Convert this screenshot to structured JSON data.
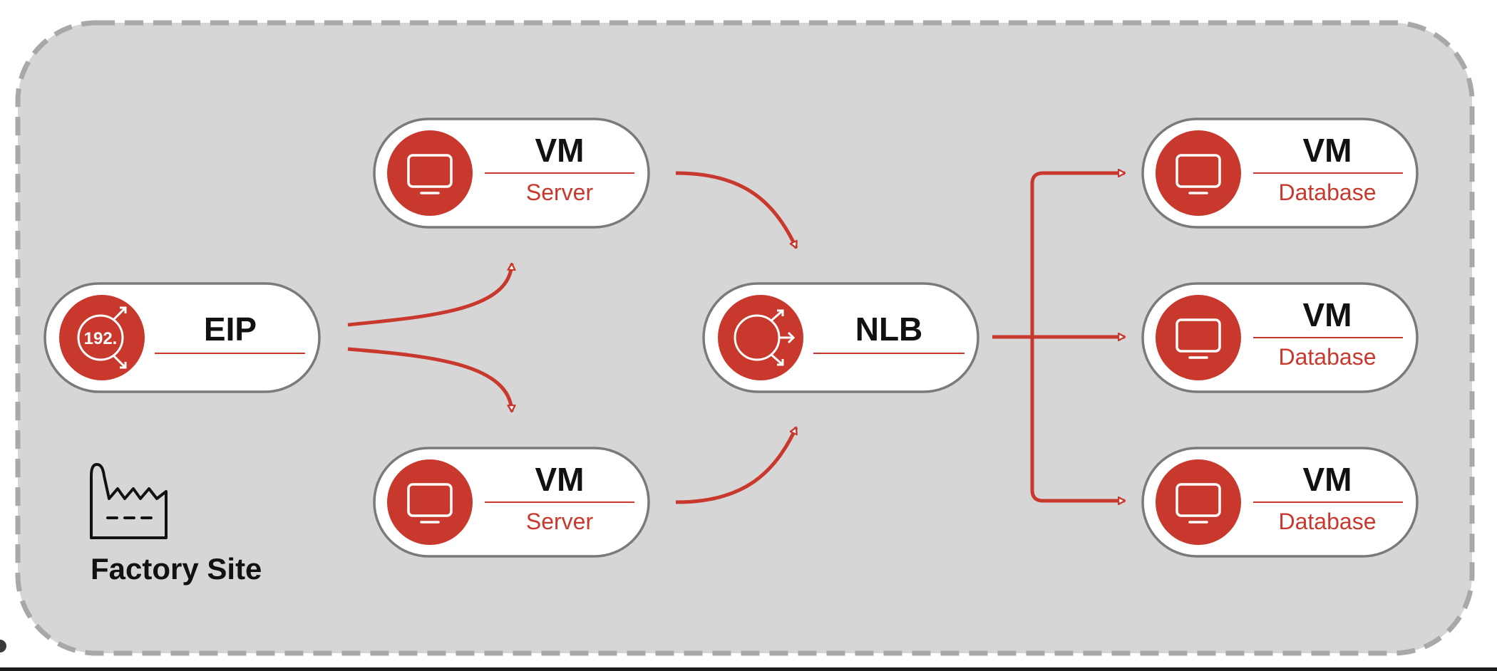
{
  "colors": {
    "accent": "#c9382c",
    "zone_fill": "#d6d6d6",
    "zone_border": "#a8a8a8",
    "node_border": "#7a7a7a"
  },
  "zone": {
    "label": "Factory Site",
    "icon": "factory-icon"
  },
  "nodes": {
    "eip": {
      "title": "EIP",
      "subtitle": "",
      "icon": "ip-address-icon",
      "icon_text": "192."
    },
    "server_1": {
      "title": "VM",
      "subtitle": "Server",
      "icon": "monitor-icon"
    },
    "server_2": {
      "title": "VM",
      "subtitle": "Server",
      "icon": "monitor-icon"
    },
    "nlb": {
      "title": "NLB",
      "subtitle": "",
      "icon": "load-balancer-icon"
    },
    "db_1": {
      "title": "VM",
      "subtitle": "Database",
      "icon": "monitor-icon"
    },
    "db_2": {
      "title": "VM",
      "subtitle": "Database",
      "icon": "monitor-icon"
    },
    "db_3": {
      "title": "VM",
      "subtitle": "Database",
      "icon": "monitor-icon"
    }
  },
  "edges": [
    {
      "from": "EIP",
      "to": "VM Server (top)"
    },
    {
      "from": "EIP",
      "to": "VM Server (bottom)"
    },
    {
      "from": "VM Server (top)",
      "to": "NLB"
    },
    {
      "from": "VM Server (bottom)",
      "to": "NLB"
    },
    {
      "from": "NLB",
      "to": "VM Database (top)"
    },
    {
      "from": "NLB",
      "to": "VM Database (middle)"
    },
    {
      "from": "NLB",
      "to": "VM Database (bottom)"
    }
  ]
}
